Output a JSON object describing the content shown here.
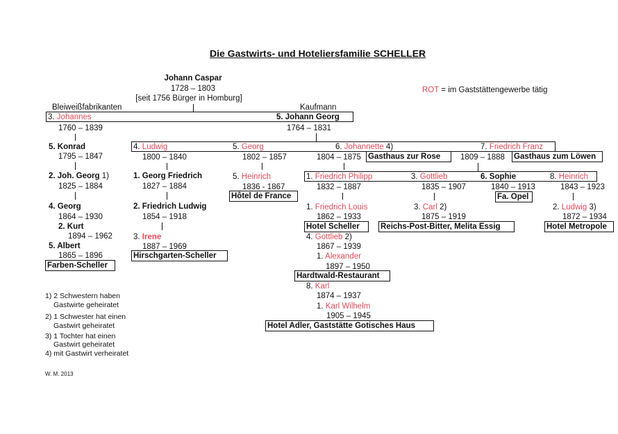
{
  "title": "Die Gastwirts- und Hoteliersfamilie SCHELLER",
  "legend": {
    "rot": "ROT",
    "text": "= im Gaststättengewerbe tätig"
  },
  "root": {
    "name": "Johann Caspar",
    "years": "1728 – 1803",
    "note": "[seit 1756 Bürger in Homburg]"
  },
  "labels": {
    "bleiweiss": "Bleiweißfabrikanten",
    "kaufmann": "Kaufmann"
  },
  "gen2": {
    "johannes": {
      "num": "3.",
      "name": "Johannes",
      "years": "1760 – 1839"
    },
    "johann_georg": {
      "name": "5. Johann Georg",
      "years": "1764 – 1831"
    }
  },
  "left": {
    "konrad": {
      "name": "5. Konrad",
      "years": "1795 – 1847"
    },
    "joh_georg": {
      "name": "2. Joh. Georg",
      "sup": "1)",
      "years": "1825 – 1884"
    },
    "georg": {
      "name": "4. Georg",
      "years": "1864 – 1930"
    },
    "kurt": {
      "name": "2. Kurt",
      "years": "1894 – 1962"
    },
    "albert": {
      "name": "5. Albert",
      "years": "1865 – 1896"
    },
    "business": "Farben-Scheller"
  },
  "ludwig": {
    "head": {
      "num": "4.",
      "name": "Ludwig",
      "years": "1800 – 1840"
    },
    "georg_friedrich": {
      "name": "1. Georg Friedrich",
      "years": "1827 – 1884"
    },
    "friedrich_ludwig": {
      "name": "2. Friedrich Ludwig",
      "years": "1854 – 1918"
    },
    "irene": {
      "num": "3.",
      "name": "Irene",
      "years": "1887 – 1969"
    },
    "business": "Hirschgarten-Scheller"
  },
  "georg_branch": {
    "head": {
      "num": "5.",
      "name": "Georg",
      "years": "1802 – 1857"
    },
    "heinrich": {
      "num": "5.",
      "name": "Heinrich",
      "years": "1836 - 1867"
    },
    "business": "Hôtel de France"
  },
  "johannette": {
    "num": "6.",
    "name": "Johannette",
    "sup": "4)",
    "years": "1804 – 1875",
    "business": "Gasthaus zur Rose"
  },
  "friedrich_franz": {
    "num": "7.",
    "name": "Friedrich Franz",
    "years": "1809 – 1888",
    "business": "Gasthaus zum Löwen"
  },
  "philipp": {
    "head": {
      "num": "1.",
      "name": "Friedrich Philipp",
      "years": "1832 – 1887"
    },
    "louis": {
      "num": "1.",
      "name": "Friedrich Louis",
      "years": "1862 – 1933"
    },
    "louis_business": "Hotel Scheller",
    "gottlieb": {
      "num": "4.",
      "name": "Gottlieb",
      "sup": "2)",
      "years": "1867 – 1939"
    },
    "alexander": {
      "num": "1.",
      "name": "Alexander",
      "years": "1897 – 1950"
    },
    "alexander_business": "Hardtwald-Restaurant",
    "karl": {
      "num": "8.",
      "name": "Karl",
      "years": "1874 – 1937"
    },
    "karl_wilhelm": {
      "num": "1.",
      "name": "Karl Wilhelm",
      "years": "1905 – 1945"
    },
    "karl_business": "Hotel Adler, Gaststätte Gotisches Haus"
  },
  "gottlieb_b": {
    "head": {
      "num": "3.",
      "name": "Gottlieb",
      "years": "1835 – 1907"
    },
    "carl": {
      "num": "3.",
      "name": "Carl",
      "sup": "2)",
      "years": "1875 – 1919"
    },
    "business": "Reichs-Post-Bitter, Melita Essig"
  },
  "sophie": {
    "name": "6. Sophie",
    "years": "1840 – 1913",
    "business": "Fa. Opel"
  },
  "heinrich_b": {
    "head": {
      "num": "8.",
      "name": "Heinrich",
      "years": "1843 – 1923"
    },
    "ludwig": {
      "num": "2.",
      "name": "Ludwig",
      "sup": "3)",
      "years": "1872 – 1934"
    },
    "business": "Hotel Metropole"
  },
  "footnotes": {
    "f1a": "1) 2 Schwestern haben",
    "f1b": "Gastwirte geheiratet",
    "f2a": "2) 1 Schwester hat einen",
    "f2b": "Gastwirt geheiratet",
    "f3a": "3) 1 Tochter hat einen",
    "f3b": "Gastwirt geheiratet",
    "f4": "4) mit Gastwirt verheiratet"
  },
  "signature": "W. M.  2013",
  "colors": {
    "red": "#e04a59",
    "ink": "#111111"
  }
}
